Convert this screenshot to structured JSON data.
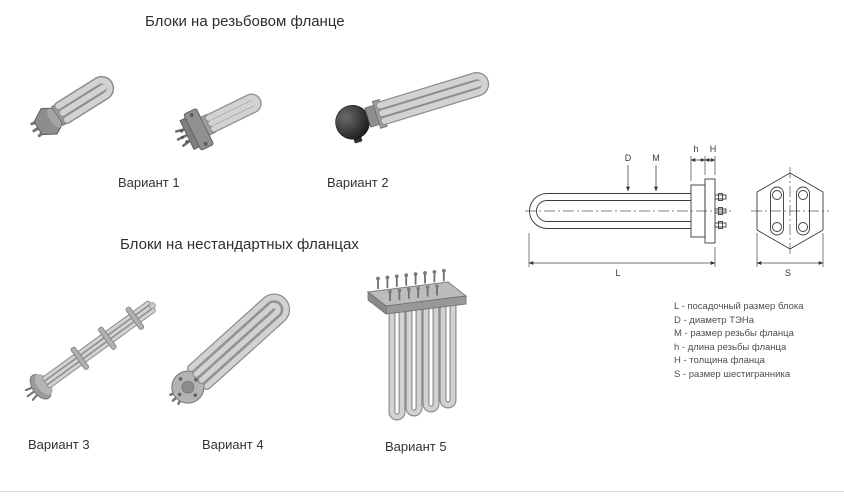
{
  "page": {
    "background": "#ffffff",
    "metal_color": "#c6c6c6",
    "line_color": "#3a3a3a"
  },
  "sections": [
    {
      "title": "Блоки на резьбовом фланце",
      "variants": [
        "Вариант 1",
        "Вариант 2"
      ]
    },
    {
      "title": "Блоки на нестандартных фланцах",
      "variants": [
        "Вариант 3",
        "Вариант 4",
        "Вариант 5"
      ]
    }
  ],
  "drawing": {
    "dimension_labels": {
      "D": "D",
      "M": "M",
      "h": "h",
      "H": "H",
      "L": "L",
      "S": "S"
    },
    "legend": [
      "L - посадочный размер блока",
      "D - диаметр ТЭНа",
      "M - размер резьбы фланца",
      "h - длина резьбы фланца",
      "H - толщина фланца",
      "S - размер шестигранника"
    ]
  }
}
